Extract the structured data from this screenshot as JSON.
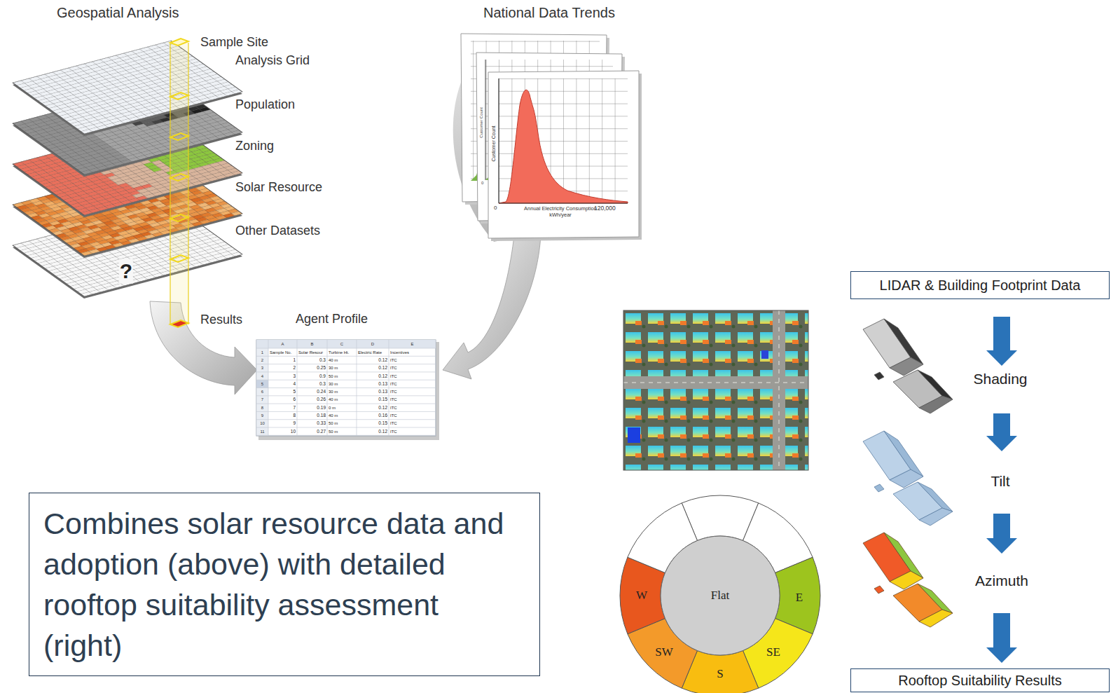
{
  "diagram": {
    "nodes": [
      {
        "text": [
          "Combines solar resource data and adoption (above) with detailed rooftop suitability assessment (right)"
        ]
      },
      {
        "text": [
          "LIDAR & Building Footprint Data"
        ]
      },
      {
        "text": [
          "Rooftop Suitability Results"
        ]
      }
    ],
    "labels": [
      "Geospatial Analysis",
      "National Data Trends",
      "Sample Site",
      "Analysis Grid",
      "Population",
      "Zoning",
      "Solar Resource",
      "Other Datasets",
      "?",
      "Results",
      "Agent Profile",
      "Customer Count",
      "0",
      "Customer Count",
      "0",
      "Annual Electricity Consumption kWh/year",
      "120,000",
      "Flat",
      "W",
      "SW",
      "S",
      "SE",
      "E",
      "Shading",
      "Tilt",
      "Azimuth",
      "A",
      "B",
      "C",
      "D",
      "E",
      "1",
      "2",
      "3",
      "4",
      "5",
      "6",
      "7",
      "8",
      "9",
      "10",
      "11",
      "Sample No.",
      "Solar Resour",
      "Turbine Ht.",
      "Electric Rate",
      "Incentives",
      "1",
      "0.3",
      "40 m",
      "0.12",
      "ITC",
      "2",
      "0.25",
      "30 m",
      "0.12",
      "ITC",
      "3",
      "0.9",
      "50 m",
      "0.12",
      "ITC",
      "4",
      "0.3",
      "30 m",
      "0.13",
      "ITC",
      "5",
      "0.24",
      "30 m",
      "0.13",
      "ITC",
      "6",
      "0.26",
      "40 m",
      "0.15",
      "ITC",
      "7",
      "0.19",
      "0 m",
      "0.12",
      "ITC",
      "8",
      "0.18",
      "40 m",
      "0.16",
      "ITC",
      "9",
      "0.33",
      "50 m",
      "0.15",
      "ITC",
      "10",
      "0.27",
      "50 m",
      "0.12",
      "ITC"
    ]
  }
}
